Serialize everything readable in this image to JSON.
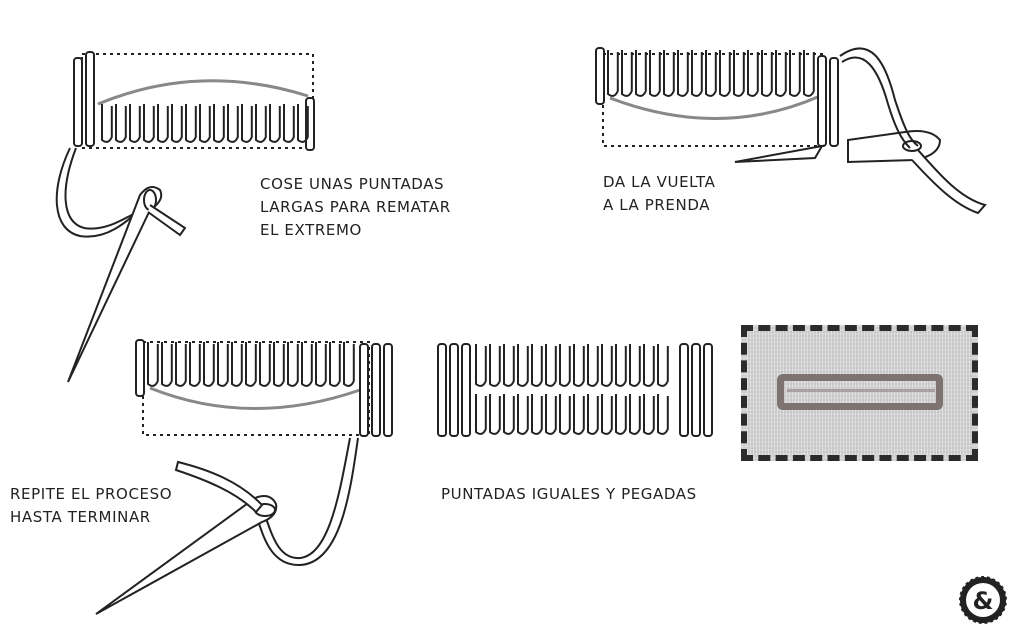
{
  "steps": {
    "step1": {
      "lines": [
        "COSE UNAS PUNTADAS",
        "LARGAS PARA REMATAR",
        "EL EXTREMO"
      ]
    },
    "step2": {
      "lines": [
        "DA LA VUELTA",
        "A LA PRENDA"
      ]
    },
    "step3": {
      "lines": [
        "REPITE EL PROCESO",
        "HASTA TERMINAR"
      ]
    },
    "step4": {
      "lines": [
        "PUNTADAS IGUALES Y PEGADAS"
      ]
    }
  },
  "logo": {
    "symbol": "&"
  },
  "icons": {
    "needle": "needle-icon",
    "thread": "thread-icon",
    "logo": "ampersand-logo-icon"
  },
  "colors": {
    "ink": "#222222",
    "thread_gray": "#888888",
    "fabric": "#d4d4d4",
    "stitch_photo": "#7d7371"
  }
}
